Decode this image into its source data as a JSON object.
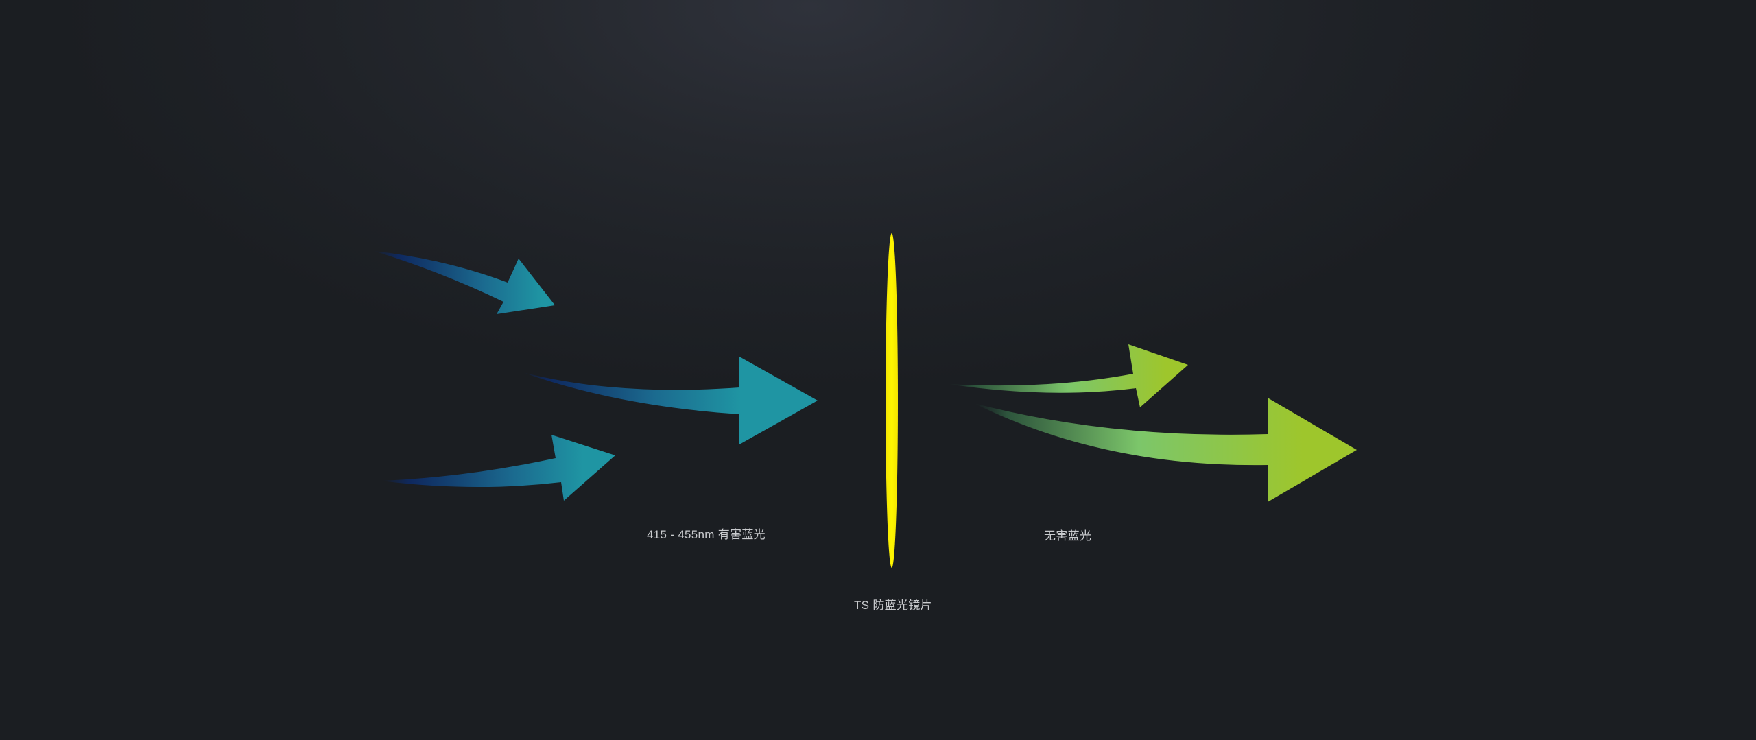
{
  "labels": {
    "harmful_blue_light": "415 - 455nm 有害蓝光",
    "harmless_blue_light": "无害蓝光",
    "lens": "TS 防蓝光镜片"
  },
  "colors": {
    "background": "#1f2227",
    "incoming_arrow_start": "#0d2a66",
    "incoming_arrow_end": "#1f95a3",
    "outgoing_arrow_start": "#1f3d33",
    "outgoing_arrow_mid": "#7cc66a",
    "outgoing_arrow_end": "#9ec62c",
    "lens": "#fff200",
    "label_text": "#c9cbce"
  }
}
